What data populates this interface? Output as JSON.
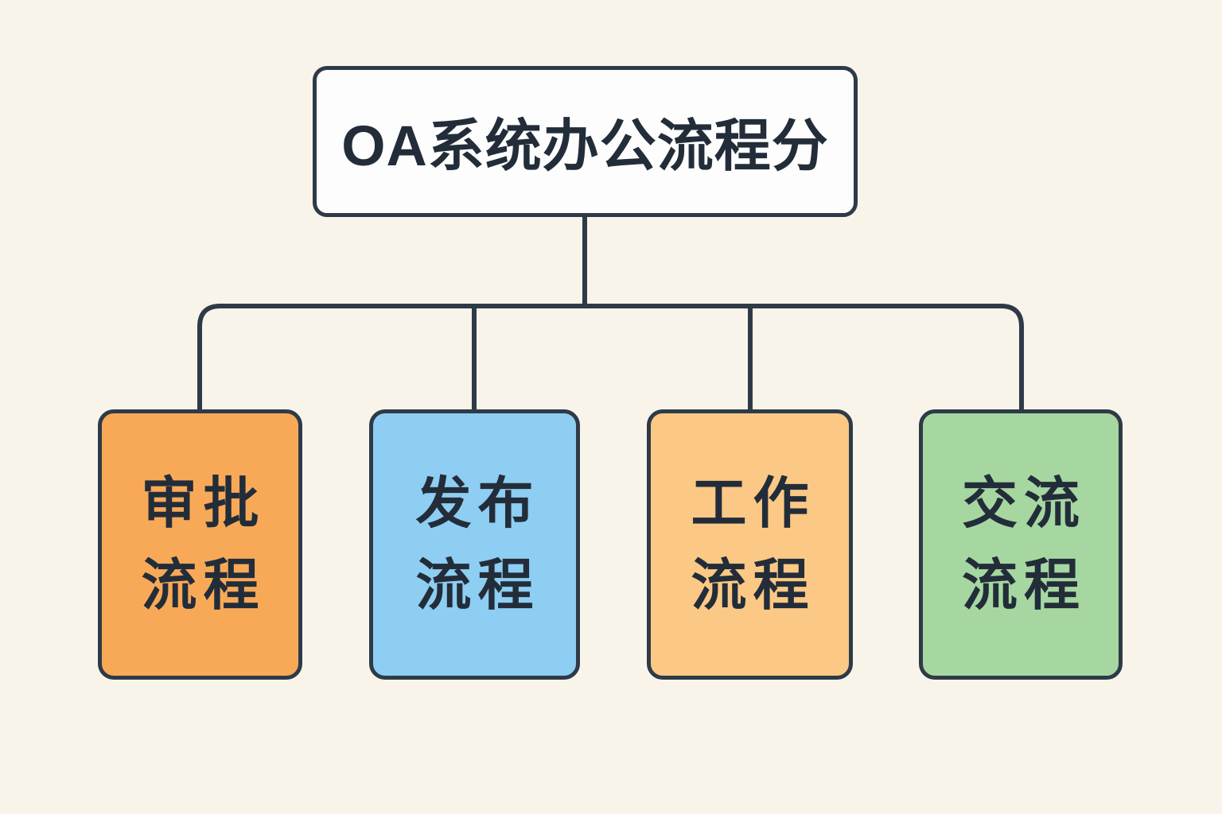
{
  "diagram": {
    "background": "#F8F4EA",
    "line_color": "#2E3A47",
    "text_color": "#232D39",
    "root": {
      "title": "OA系统办公流程分",
      "fill": "#FDFDFD"
    },
    "nodes": [
      {
        "id": "approval",
        "label": "审批流程",
        "line1": "审批",
        "line2": "流程",
        "fill": "#F8A958"
      },
      {
        "id": "publish",
        "label": "发布流程",
        "line1": "发布",
        "line2": "流程",
        "fill": "#8DCEF2"
      },
      {
        "id": "work",
        "label": "工作流程",
        "line1": "工作",
        "line2": "流程",
        "fill": "#FBC985"
      },
      {
        "id": "communication",
        "label": "交流流程",
        "line1": "交流",
        "line2": "流程",
        "fill": "#A6D7A1"
      }
    ]
  }
}
